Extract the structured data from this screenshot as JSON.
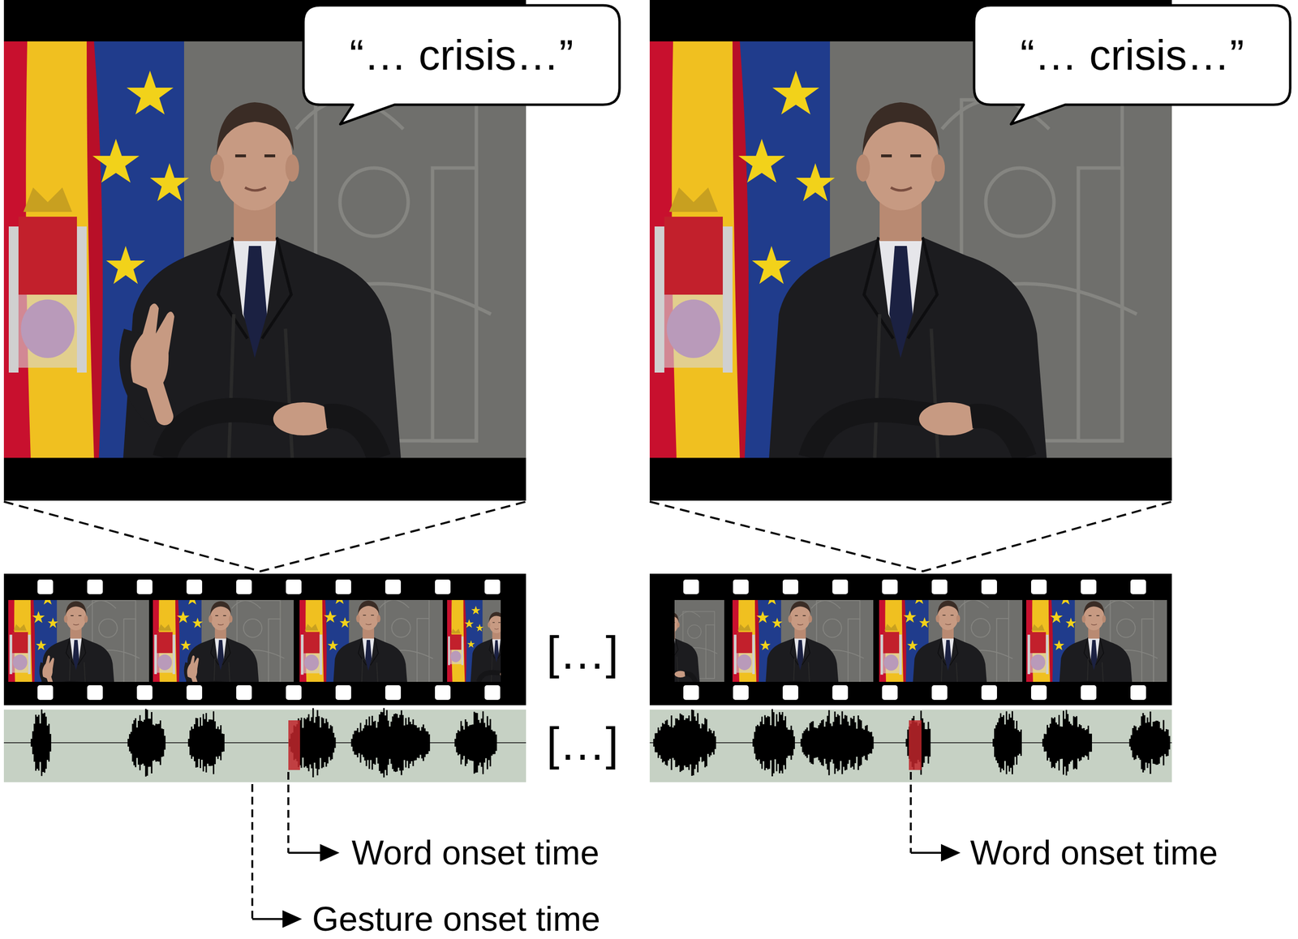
{
  "diagram": {
    "nodes": [
      {
        "text": [
          "“… crisis…”"
        ]
      },
      {
        "text": [
          "“… crisis…”"
        ]
      }
    ],
    "labels": [
      "[…]",
      "[…]",
      "Word onset time",
      "Gesture onset time",
      "Word onset time"
    ]
  }
}
